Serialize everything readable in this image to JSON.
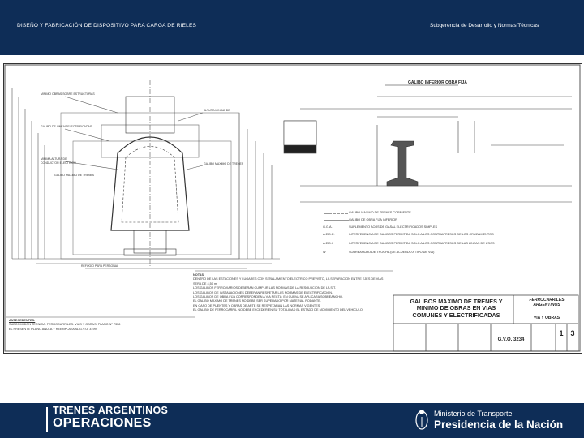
{
  "header": {
    "left_title": "DISEÑO Y FABRICACIÓN DE DISPOSITIVO PARA CARGA DE RIELES",
    "right_title": "Subgerencia de Desarrollo y Normas Técnicas"
  },
  "drawing": {
    "detail_title": "GALIBO INFERIOR OBRA FIJA",
    "legend": [
      {
        "symbol": "",
        "text": "GALIBO MAXIMO DE TRENES CORRIENTE"
      },
      {
        "symbol": "",
        "text": "GALIBO DE OBRA FIJA INFERIOR"
      },
      {
        "symbol": "G.G.A.",
        "text": "SUPLEMENTO ACOS DE GASAL ELECTRIFICADOS SIMPLES"
      },
      {
        "symbol": "A.E.D.E.",
        "text": "INTERFERENCIA DE GALIBOS PERMITIDA SOLO A LOS CONTRAPRESOS DE LOS CRUZAMIENTOS"
      },
      {
        "symbol": "A.E.D.I.",
        "text": "INTERFERENCIA DE GALIBOS PERMITIDA SOLO A LOS CONTRAPRESOS DE LAS LINEAS DE USOS"
      },
      {
        "symbol": "W",
        "text": "SOBREANCHO DE TROCHA (DE ACUERDO A TIPO DE VIA)"
      }
    ],
    "notes_title": "NOTAS:",
    "notes": [
      "DENTRO DE LAS ESTACIONES Y LUGARES CON SEÑALAMIENTO ELECTRICO PREVISTO, LA SEPARACION ENTRE EJES DE VIAS SERA DE 4,50 m.",
      "LOS GALIBOS FERROVIARIOS DEBERAN CUMPLIR LAS NORMAS DE LA RESOLUCION DE LA S.T.",
      "LOS GALIBOS DE INSTALACIONES DEBERAN RESPETAR LAS NORMAS DE ELECTRIFICACION.",
      "LOS GALIBOS DE OBRA FIJA CORRESPONDEN A VIA RECTA; EN CURVA SE APLICARA SOBREANCHO.",
      "EL GALIBO MAXIMO DE TRENES NO DEBE SER SUPERADO POR MATERIAL RODANTE.",
      "EN CASO DE PUENTES Y OBRAS DE ARTE SE RESPETARAN LAS NORMAS VIGENTES.",
      "EL GALIBO DE FERROCARRIL NO DEBE EXCEDER EN SU TOTALIDAD EL ESTADO DE MOVIMIENTO DEL VEHICULO."
    ],
    "ant_title": "ANTECEDENTES:",
    "antecedents": [
      "SUBCOMISION TECNICA. FERROCARRILES. VIAS Y OBRAS. PLANO N° 7358",
      "EL PRESENTE PLANO ANULA Y REEMPLAZA AL G.V.O. 3199"
    ],
    "title_block": {
      "title_line1": "GALIBOS MAXIMO DE TRENES Y",
      "title_line2": "MINIMO DE OBRAS EN VIAS",
      "title_line3": "COMUNES Y ELECTRIFICADAS",
      "company": "FERROCARRILES ARGENTINOS",
      "department": "VIA Y OBRAS",
      "plan_number": "G.V.O. 3234",
      "sheet_1": "1",
      "sheet_2": "3"
    }
  },
  "footer": {
    "brand_line1": "TRENES ARGENTINOS",
    "brand_line2": "OPERACIONES",
    "ministry": "Ministerio de Transporte",
    "presidency": "Presidencia de la Nación"
  },
  "colors": {
    "header_bg": "#0e2d57",
    "footer_bg": "#0e2d57",
    "drawing_line": "#333333"
  }
}
